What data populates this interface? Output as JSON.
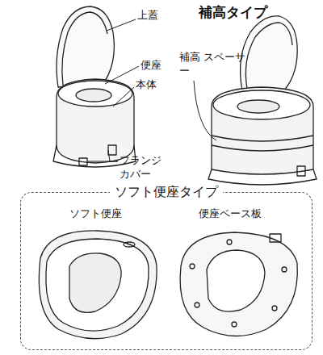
{
  "diagram": {
    "nodes": [
      {
        "text": [
          "ソフト便座タイプ"
        ]
      }
    ],
    "labels": [
      "上蓋",
      "便座",
      "本体",
      "フランジ カバー",
      "補高タイプ",
      "補高 スペーサー",
      "ソフト便座",
      "便座ベース板"
    ]
  }
}
